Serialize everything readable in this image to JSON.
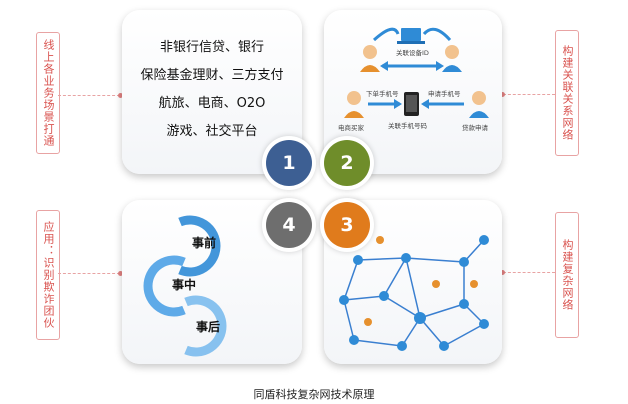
{
  "labels": {
    "left_top": "线上各业务场景打通",
    "left_bottom": "应用：识别欺诈团伙",
    "right_top": "构建关联关系网络",
    "right_bottom": "构建复杂网络"
  },
  "quadrant1": {
    "lines": [
      "非银行信贷、银行",
      "保险基金理财、三方支付",
      "航旅、电商、O2O",
      "游戏、社交平台"
    ]
  },
  "quadrant2": {
    "device_link": "关联设备ID",
    "order_phone": "下单手机号",
    "apply_phone": "申请手机号",
    "linked_phone": "关联手机号码",
    "buyer": "电商买家",
    "loan_applicant": "贷款申请"
  },
  "quadrant4": {
    "stages": [
      "事前",
      "事中",
      "事后"
    ]
  },
  "numbers": [
    "1",
    "2",
    "3",
    "4"
  ],
  "caption": "同盾科技复杂网技术原理",
  "colors": {
    "n1": "#3d5f93",
    "n2": "#6f8d2a",
    "n3": "#e07b1c",
    "n4": "#6e6e6e",
    "accent": "#2f8bd6"
  }
}
